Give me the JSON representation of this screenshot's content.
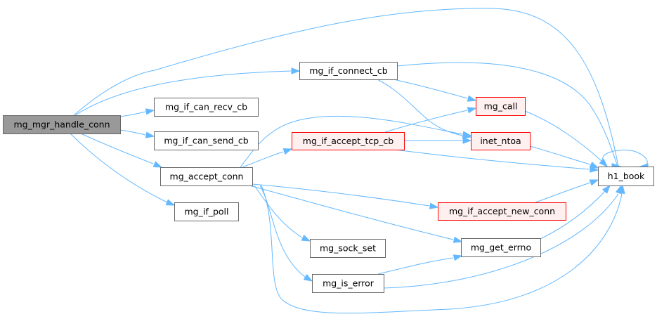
{
  "colors": {
    "edge": "#63b8ff",
    "root_fill": "#999999",
    "root_stroke": "#666666",
    "normal_fill": "#ffffff",
    "normal_stroke": "#666666",
    "external_fill": "#fff0f0",
    "external_stroke": "#ff0000"
  },
  "nodes": {
    "root": {
      "label": "mg_mgr_handle_conn",
      "kind": "root"
    },
    "connect_cb": {
      "label": "mg_if_connect_cb",
      "kind": "normal"
    },
    "can_recv": {
      "label": "mg_if_can_recv_cb",
      "kind": "normal"
    },
    "can_send": {
      "label": "mg_if_can_send_cb",
      "kind": "normal"
    },
    "accept_conn": {
      "label": "mg_accept_conn",
      "kind": "normal"
    },
    "if_poll": {
      "label": "mg_if_poll",
      "kind": "normal"
    },
    "mg_call": {
      "label": "mg_call",
      "kind": "external"
    },
    "accept_tcp_cb": {
      "label": "mg_if_accept_tcp_cb",
      "kind": "external"
    },
    "inet_ntoa": {
      "label": "inet_ntoa",
      "kind": "external"
    },
    "h1_book": {
      "label": "h1_book",
      "kind": "normal"
    },
    "accept_new_conn": {
      "label": "mg_if_accept_new_conn",
      "kind": "external"
    },
    "get_errno": {
      "label": "mg_get_errno",
      "kind": "normal"
    },
    "sock_set": {
      "label": "mg_sock_set",
      "kind": "normal"
    },
    "is_error": {
      "label": "mg_is_error",
      "kind": "normal"
    }
  },
  "edges": [
    [
      "root",
      "connect_cb"
    ],
    [
      "root",
      "can_recv"
    ],
    [
      "root",
      "can_send"
    ],
    [
      "root",
      "accept_conn"
    ],
    [
      "root",
      "if_poll"
    ],
    [
      "root",
      "h1_book"
    ],
    [
      "connect_cb",
      "mg_call"
    ],
    [
      "connect_cb",
      "inet_ntoa"
    ],
    [
      "connect_cb",
      "h1_book"
    ],
    [
      "accept_conn",
      "accept_tcp_cb"
    ],
    [
      "accept_conn",
      "inet_ntoa"
    ],
    [
      "accept_conn",
      "accept_new_conn"
    ],
    [
      "accept_conn",
      "get_errno"
    ],
    [
      "accept_conn",
      "sock_set"
    ],
    [
      "accept_conn",
      "is_error"
    ],
    [
      "accept_conn",
      "h1_book"
    ],
    [
      "accept_tcp_cb",
      "mg_call"
    ],
    [
      "accept_tcp_cb",
      "inet_ntoa"
    ],
    [
      "accept_tcp_cb",
      "h1_book"
    ],
    [
      "mg_call",
      "h1_book"
    ],
    [
      "inet_ntoa",
      "h1_book"
    ],
    [
      "accept_new_conn",
      "h1_book"
    ],
    [
      "get_errno",
      "h1_book"
    ],
    [
      "is_error",
      "get_errno"
    ],
    [
      "is_error",
      "h1_book"
    ],
    [
      "h1_book",
      "h1_book"
    ]
  ]
}
